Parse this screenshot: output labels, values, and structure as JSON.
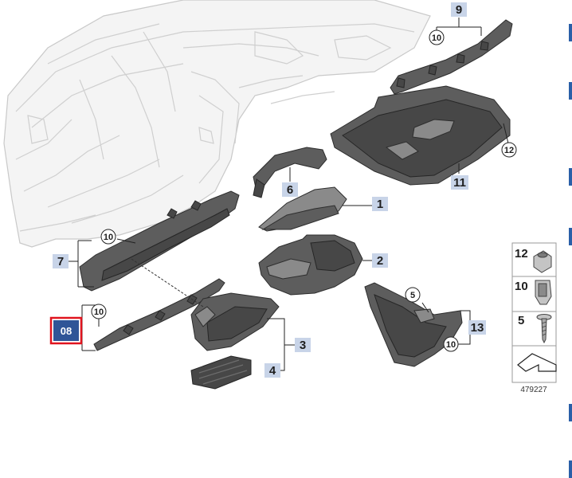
{
  "callouts": {
    "p1": "1",
    "p2": "2",
    "p3": "3",
    "p4": "4",
    "p5": "5",
    "p6": "6",
    "p7": "7",
    "p9": "9",
    "p10": "10",
    "p11": "11",
    "p12": "12",
    "p13": "13"
  },
  "selected_label": "08",
  "legend": {
    "items": [
      {
        "num": "12",
        "icon": "nut-icon"
      },
      {
        "num": "10",
        "icon": "clip-icon"
      },
      {
        "num": "5",
        "icon": "screw-icon"
      },
      {
        "num": "",
        "icon": "arrow-icon"
      }
    ],
    "reference": "479227"
  },
  "colors": {
    "highlight": "#e0141e",
    "selected_fill": "#2f5597",
    "badge": "#c8d4e8",
    "edge_mark": "#2a5fa8"
  }
}
